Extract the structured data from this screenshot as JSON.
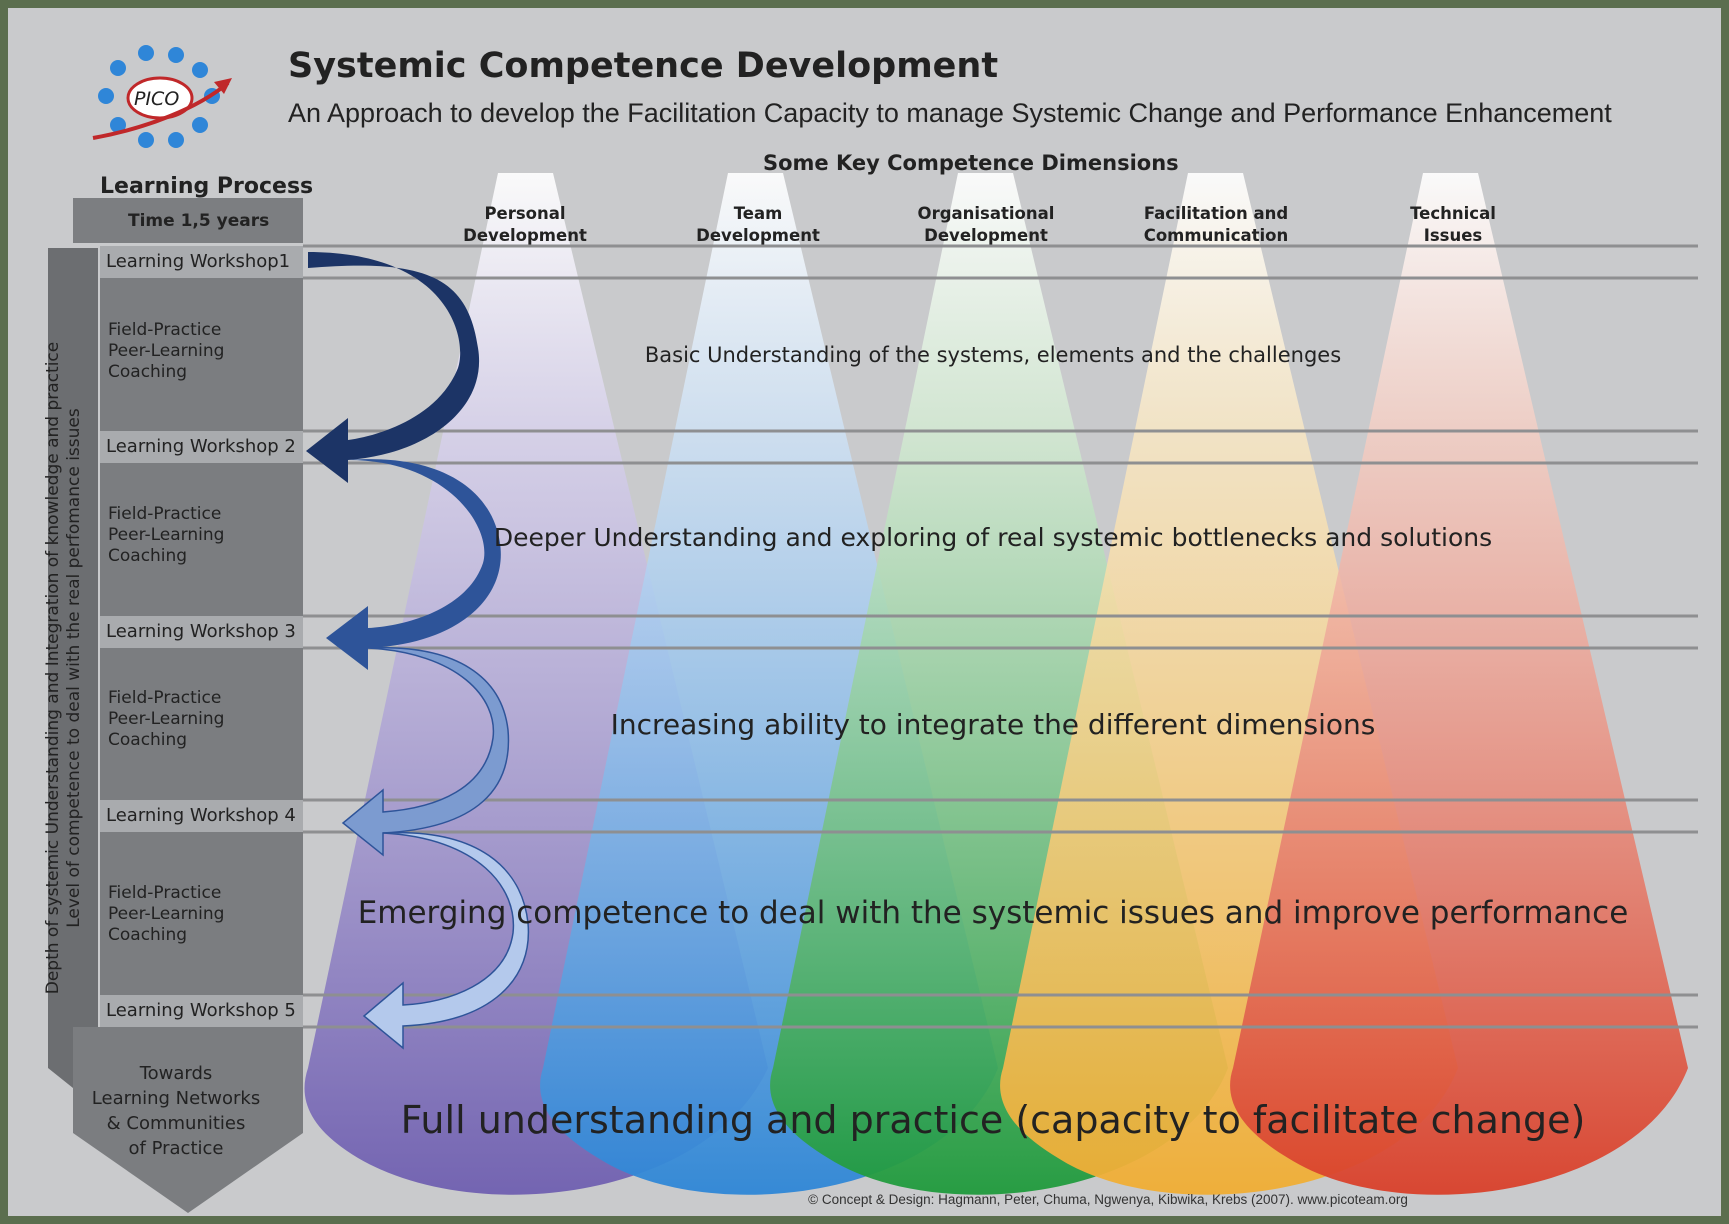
{
  "header": {
    "title": "Systemic Competence Development",
    "subtitle": "An Approach to develop the Facilitation Capacity to manage Systemic Change and Performance Enhancement",
    "logo_text": "PICO"
  },
  "dimensions": {
    "heading": "Some Key Competence Dimensions",
    "items": [
      {
        "label": "Personal\nDevelopment",
        "color": "#7b6fb5"
      },
      {
        "label": "Team\nDevelopment",
        "color": "#4f9ad8"
      },
      {
        "label": "Organisational\nDevelopment",
        "color": "#2ea04a"
      },
      {
        "label": "Facilitation and\nCommunication",
        "color": "#f2b94a"
      },
      {
        "label": "Technical\nIssues",
        "color": "#e0523c"
      }
    ]
  },
  "learning_process": {
    "heading": "Learning Process",
    "time": "Time 1,5 years",
    "axis_label": "Depth of systemic Understanding and Integration of knowledge and practice\nLevel of competence to deal with the real perfomance issues",
    "workshops": [
      "Learning Workshop1",
      "Learning Workshop 2",
      "Learning Workshop 3",
      "Learning Workshop 4",
      "Learning Workshop 5"
    ],
    "field_practice": "Field-Practice\nPeer-Learning\nCoaching",
    "towards": "Towards\nLearning Networks\n& Communities\nof Practice"
  },
  "bands": [
    "Basic Understanding of the systems, elements and the challenges",
    "Deeper Understanding and exploring of real systemic bottlenecks and solutions",
    "Increasing ability to integrate the different dimensions",
    "Emerging competence to deal with the systemic issues and improve performance",
    "Full understanding and practice (capacity to facilitate change)"
  ],
  "footer": {
    "copyright": "© Concept & Design: Hagmann, Peter, Chuma, Ngwenya, Kibwika, Krebs (2007). www.picoteam.org"
  },
  "colors": {
    "arrow_dark": "#1c3466",
    "arrow_mid": "#2e5499",
    "arrow_light": "#8aa8db",
    "sidebar": "#7b7d80"
  }
}
